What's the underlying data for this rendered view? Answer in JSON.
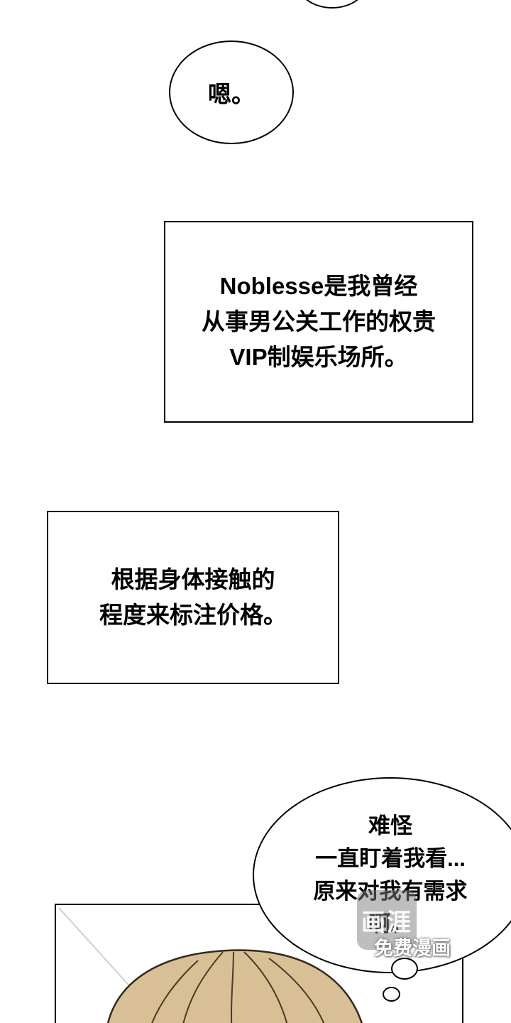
{
  "page": {
    "bg": "#ffffff",
    "ink": "#000000"
  },
  "speech": {
    "top_bubble_text": "嗯。",
    "caption1_lines": [
      "Noblesse是我曾经",
      "从事男公关工作的权贵",
      "VIP制娱乐场所。"
    ],
    "caption2_lines": [
      "根据身体接触的",
      "程度来标注价格。"
    ],
    "thought_lines": [
      "难怪",
      "一直盯着我看...",
      "原来对我有需求",
      "啊。"
    ]
  },
  "watermark": {
    "logo": "画涯",
    "label": "免费漫画"
  },
  "art": {
    "hair_fill": "#d8bf96",
    "hair_stroke": "#33281c",
    "strand_stroke": "#4a3a26",
    "wall_line": "#cfcfcf"
  }
}
